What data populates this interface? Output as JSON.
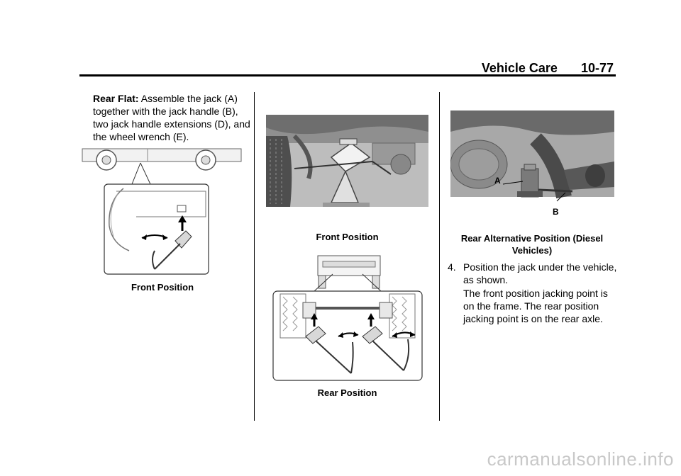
{
  "header": {
    "section": "Vehicle Care",
    "page_number": "10-77"
  },
  "column1": {
    "rear_flat_label": "Rear Flat:",
    "rear_flat_text": " Assemble the jack (A) together with the jack handle (B), two jack handle extensions (D), and the wheel wrench (E).",
    "figure_caption": "Front Position"
  },
  "column2": {
    "figure1_caption": "Front Position",
    "figure2_caption": "Rear Position"
  },
  "column3": {
    "figure_caption": "Rear Alternative Position (Diesel Vehicles)",
    "label_a": "A",
    "label_b": "B",
    "step_number": "4.",
    "step_text": "Position the jack under the vehicle, as shown.",
    "paragraph": "The front position jacking point is on the frame. The rear position jacking point is on the rear axle."
  },
  "watermark": "carmanualsonline.info"
}
